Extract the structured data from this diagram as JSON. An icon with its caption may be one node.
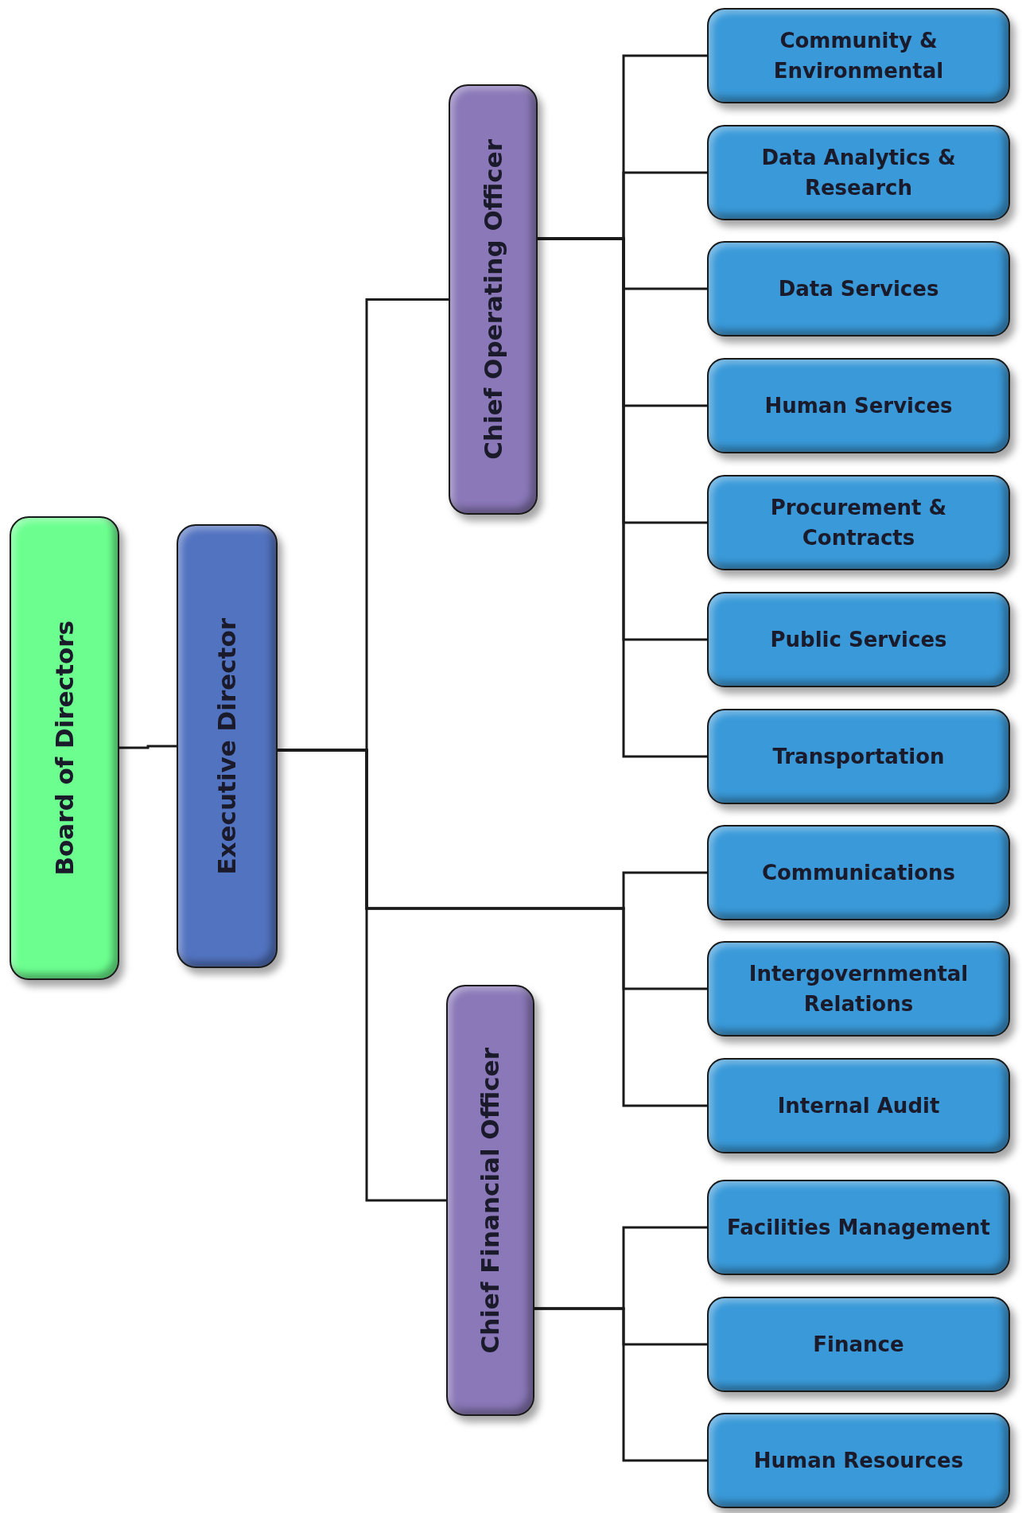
{
  "diagram": {
    "nodes": [
      {
        "text": [
          "Board of Directors"
        ]
      },
      {
        "text": [
          "Executive Director"
        ]
      },
      {
        "text": [
          "Chief Operating Officer"
        ]
      },
      {
        "text": [
          "Community & Environmental"
        ]
      },
      {
        "text": [
          "Data Analytics & Research"
        ]
      },
      {
        "text": [
          "Data Services"
        ]
      },
      {
        "text": [
          "Human Services"
        ]
      },
      {
        "text": [
          "Procurement & Contracts"
        ]
      },
      {
        "text": [
          "Public Services"
        ]
      },
      {
        "text": [
          "Transportation"
        ]
      },
      {
        "text": [
          "Communications"
        ]
      },
      {
        "text": [
          "Intergovernmental Relations"
        ]
      },
      {
        "text": [
          "Internal Audit"
        ]
      },
      {
        "text": [
          "Chief Financial Officer"
        ]
      },
      {
        "text": [
          "Facilities Management"
        ]
      },
      {
        "text": [
          "Finance"
        ]
      },
      {
        "text": [
          "Human Resources"
        ]
      }
    ],
    "edges": [
      {
        "from": 0,
        "to": 1,
        "arrow": "none"
      },
      {
        "from": 1,
        "to": 2,
        "arrow": "none"
      },
      {
        "from": 2,
        "to": 3,
        "arrow": "none"
      },
      {
        "from": 2,
        "to": 4,
        "arrow": "none"
      },
      {
        "from": 2,
        "to": 5,
        "arrow": "none"
      },
      {
        "from": 2,
        "to": 6,
        "arrow": "none"
      },
      {
        "from": 2,
        "to": 7,
        "arrow": "none"
      },
      {
        "from": 2,
        "to": 8,
        "arrow": "none"
      },
      {
        "from": 2,
        "to": 9,
        "arrow": "none"
      },
      {
        "from": 1,
        "to": 10,
        "arrow": "none"
      },
      {
        "from": 1,
        "to": 11,
        "arrow": "none"
      },
      {
        "from": 1,
        "to": 12,
        "arrow": "none"
      },
      {
        "from": 1,
        "to": 13,
        "arrow": "none"
      },
      {
        "from": 13,
        "to": 14,
        "arrow": "none"
      },
      {
        "from": 13,
        "to": 15,
        "arrow": "none"
      },
      {
        "from": 13,
        "to": 16,
        "arrow": "none"
      }
    ]
  }
}
